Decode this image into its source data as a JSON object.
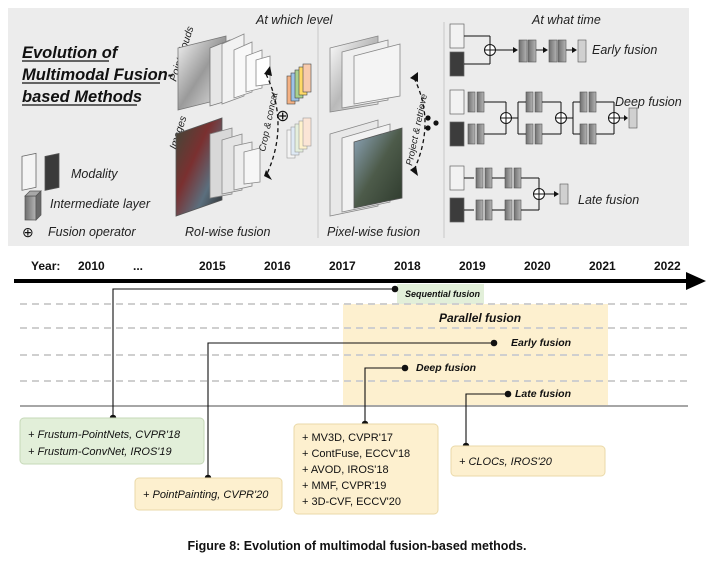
{
  "top_panel": {
    "title_lines": [
      "Evolution of",
      "Multimodal Fusion-",
      "based Methods"
    ],
    "headers": {
      "at_which_level": "At which level",
      "at_what_time": "At what time"
    },
    "input_labels": {
      "point_clouds": "Point clouds",
      "images": "Images"
    },
    "operations": {
      "crop_concat": "Crop & concat",
      "project_retrieve": "Project & retrieve"
    },
    "fusion_levels": {
      "roi_wise": "RoI-wise fusion",
      "pixel_wise": "Pixel-wise fusion"
    },
    "fusion_times": {
      "early": "Early fusion",
      "deep": "Deep fusion",
      "late": "Late fusion"
    },
    "legend": [
      {
        "icon": "modality-icon",
        "label": "Modality"
      },
      {
        "icon": "intermediate-layer-icon",
        "label": "Intermediate layer"
      },
      {
        "icon": "fusion-operator-icon",
        "symbol": "⊕",
        "label": "Fusion operator"
      }
    ]
  },
  "timeline": {
    "year_label": "Year:",
    "years": [
      "2010",
      "...",
      "2015",
      "2016",
      "2017",
      "2018",
      "2019",
      "2020",
      "2021",
      "2022"
    ],
    "bands": {
      "sequential": "Sequential fusion",
      "parallel": "Parallel fusion",
      "early": "Early fusion",
      "deep": "Deep fusion",
      "late": "Late fusion"
    }
  },
  "method_boxes": {
    "sequential": [
      "+ Frustum-PointNets, CVPR'18",
      "+ Frustum-ConvNet, IROS'19"
    ],
    "early": [
      "+ PointPainting, CVPR'20"
    ],
    "deep": [
      "+ MV3D, CVPR'17",
      "+ ContFuse, ECCV'18",
      "+ AVOD, IROS'18",
      "+ MMF, CVPR'19",
      "+ 3D-CVF, ECCV'20"
    ],
    "late": [
      "+ CLOCs, IROS'20"
    ]
  },
  "caption": "Figure 8: Evolution of multimodal fusion-based methods.",
  "colors": {
    "panel_bg": "#ececec",
    "sequential_green": "#e2efd9",
    "parallel_yellow": "#fdf0cf",
    "layer_gray": "#8a8a8a"
  }
}
